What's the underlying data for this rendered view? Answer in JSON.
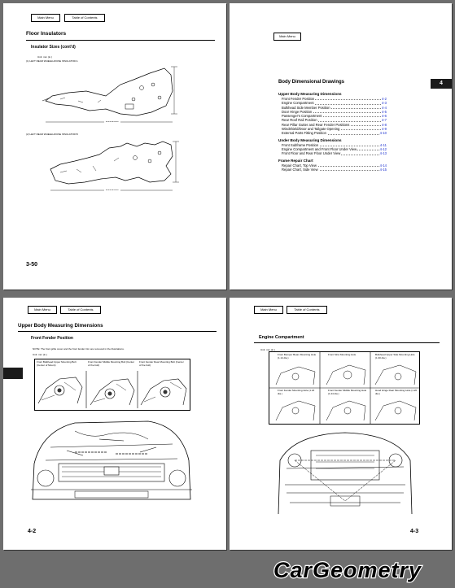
{
  "nav": {
    "main_menu": "Main Menu",
    "table_of_contents": "Table of Contents"
  },
  "page1": {
    "title": "Floor Insulators",
    "subtitle": "Insulator Sizes (cont'd)",
    "unit_note": "Unit: mm (in.)",
    "fig1_label": "(1) LEFT REAR WHEELHOUSE INSULATOR A",
    "fig2_label": "(2) LEFT REAR WHEELHOUSE INSULATOR B",
    "page_number": "3-50"
  },
  "page2": {
    "tab_number": "4",
    "section_title": "Body Dimensional Drawings",
    "groups": [
      {
        "heading": "Upper Body Measuring Dimensions",
        "items": [
          {
            "label": "Front Fender Position",
            "page": "4-2"
          },
          {
            "label": "Engine Compartment",
            "page": "4-3"
          },
          {
            "label": "Bulkhead Side Member Position",
            "page": "4-4"
          },
          {
            "label": "Door Hinge Position",
            "page": "4-5"
          },
          {
            "label": "Passenger's Compartment",
            "page": "4-6"
          },
          {
            "label": "Rear Roof Rail Position",
            "page": "4-7"
          },
          {
            "label": "Rear Pillar Gutter and Rear Fender Positions",
            "page": "4-8"
          },
          {
            "label": "Windshield/Door and Tailgate Opening",
            "page": "4-9"
          },
          {
            "label": "External Parts Fitting Position",
            "page": "4-10"
          }
        ]
      },
      {
        "heading": "Under Body Measuring Dimensions",
        "items": [
          {
            "label": "Front Subframe Position",
            "page": "4-11"
          },
          {
            "label": "Engine Compartment and Front Floor Under View",
            "page": "4-12"
          },
          {
            "label": "Front Floor and Rear Floor Under View",
            "page": "4-13"
          }
        ]
      },
      {
        "heading": "Frame Repair Chart",
        "items": [
          {
            "label": "Repair Chart, Top View",
            "page": "4-14"
          },
          {
            "label": "Repair Chart, Side View",
            "page": "4-15"
          }
        ]
      }
    ]
  },
  "page3": {
    "title": "Upper Body Measuring Dimensions",
    "subtitle": "Front Fender Position",
    "note": "NOTE: The front grille cover and the front fender trim are removed in the illustrations.",
    "unit_note": "Unit: mm (in.)",
    "captions": [
      "Front Bulkhead Upper Mounting Bolt (Center of Mount)",
      "Front Fender Middle Mounting Bolt (Center of the bolt)",
      "Front Fender Rear Mounting Bolt (Center of the bolt)"
    ],
    "page_number": "4-2"
  },
  "page4": {
    "title": "Engine Compartment",
    "unit_note": "Unit: mm (in.)",
    "captions": [
      "Front Bumper Beam Mounting Hole (1.14 dia.)",
      "Front Strut Mounting Hole",
      "Bulkhead Upper Side Mounting Hole (1.30 dia.)",
      "Front Fender Mounting Hole (1.24 dia.)",
      "Front Fender Middle Mounting Hole (1.24 dia.)",
      "Hood Hinge Rear Mounting Hole (1.26 dia.)"
    ],
    "page_number": "4-3"
  },
  "watermark": "CarGeometry"
}
